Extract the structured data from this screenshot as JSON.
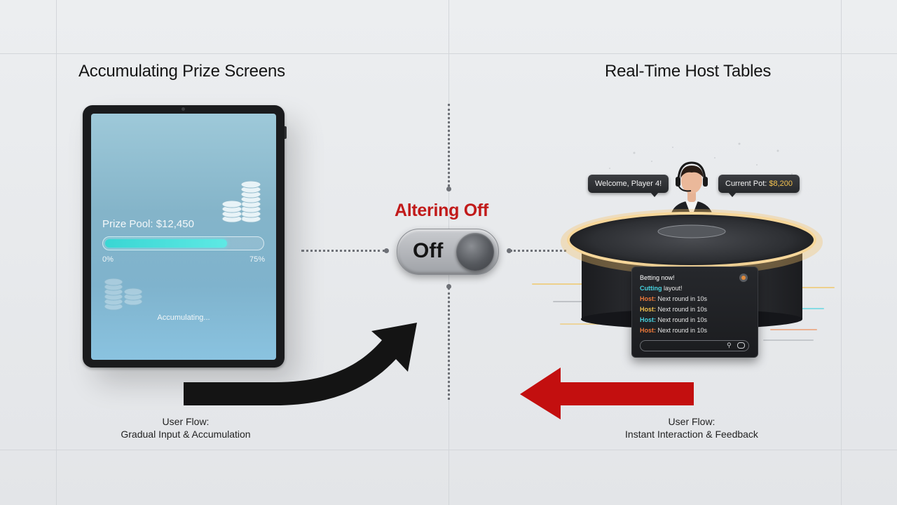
{
  "left": {
    "heading": "Accumulating Prize Screens",
    "prize_pool": "Prize Pool: $12,450",
    "progress_min": "0%",
    "progress_max": "75%",
    "progress_fraction": 0.78,
    "status": "Accumulating...",
    "caption_title": "User Flow:",
    "caption_text": "Gradual Input & Accumulation"
  },
  "center": {
    "label": "Altering Off",
    "toggle_text": "Off",
    "toggle_on": false
  },
  "right": {
    "heading": "Real-Time Host Tables",
    "bubble_welcome": "Welcome, Player 4!",
    "bubble_pot_label": "Current Pot:",
    "bubble_pot_amount": "$8,200",
    "chat_lines": [
      {
        "prefix": "",
        "text": "Betting now!",
        "color": "#ffffff"
      },
      {
        "prefix": "Cutting",
        "text": "layout!",
        "color": "#47d3e0"
      },
      {
        "prefix": "Host:",
        "text": "Next round in 10s",
        "color": "#f07a3a"
      },
      {
        "prefix": "Host:",
        "text": "Next round in 10s",
        "color": "#f2c14e"
      },
      {
        "prefix": "Host:",
        "text": "Next round in 10s",
        "color": "#47d3e0"
      },
      {
        "prefix": "Host:",
        "text": "Next round in 10s",
        "color": "#f07a3a"
      }
    ],
    "caption_title": "User Flow:",
    "caption_text": "Instant Interaction & Feedback"
  },
  "colors": {
    "accent_red": "#c11a1a",
    "arrow_black": "#141414",
    "progress_cyan": "#39d6d3",
    "pot_gold": "#f2c14e",
    "table_glow": "#f5c26b"
  }
}
